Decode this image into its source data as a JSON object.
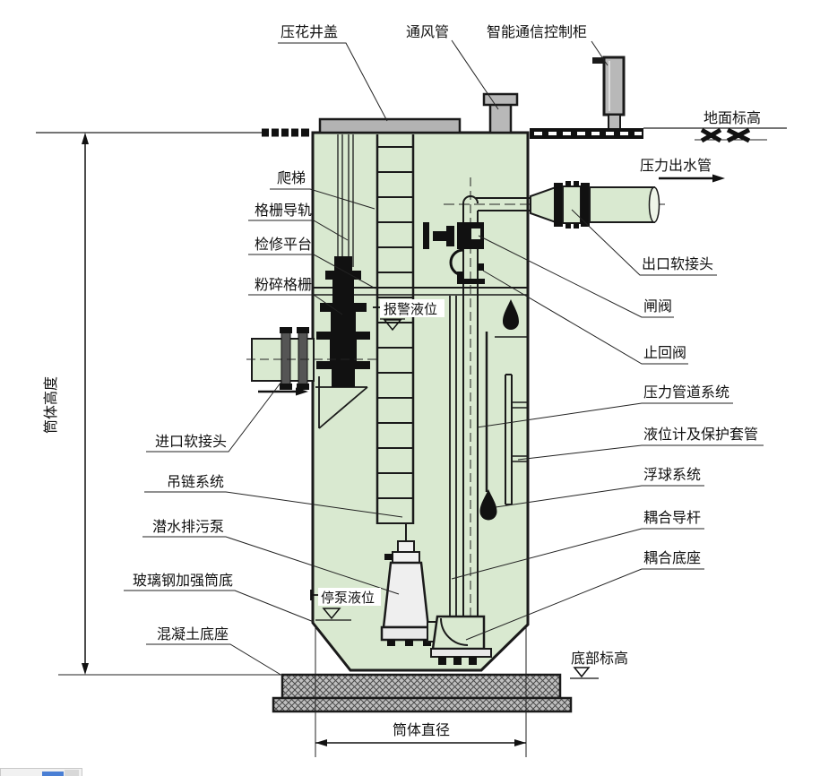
{
  "diagram": {
    "type": "integrated-prefabricated-pump-station-cross-section",
    "colors": {
      "tank_fill": "#d9e9d0",
      "pipe_fill": "#d9e9d0",
      "cover_gray": "#b3b3b3",
      "cabinet_gray": "#b8b8b8",
      "concrete_gray": "#bfbfbf",
      "line_black": "#1a1a1a",
      "window_fragment_blue": "#4a7fd4"
    },
    "labels": {
      "top": {
        "manhole_cover": "压花井盖",
        "vent_pipe": "通风管",
        "control_cabinet": "智能通信控制柜"
      },
      "left": {
        "ladder": "爬梯",
        "grille_guide_rail": "格栅导轨",
        "maintenance_platform": "检修平台",
        "crushing_grille": "粉碎格栅",
        "inlet_flexible_joint": "进口软接头",
        "chain_system": "吊链系统",
        "submersible_sewage_pump": "潜水排污泵",
        "frp_reinforced_bottom": "玻璃钢加强筒底",
        "concrete_base": "混凝土底座"
      },
      "right": {
        "ground_elevation": "地面标高",
        "pressure_outlet_pipe": "压力出水管",
        "outlet_flexible_joint": "出口软接头",
        "gate_valve": "闸阀",
        "check_valve": "止回阀",
        "pressure_pipeline_system": "压力管道系统",
        "level_gauge_and_sleeve": "液位计及保护套管",
        "float_ball_system": "浮球系统",
        "coupling_guide_rod": "耦合导杆",
        "coupling_base": "耦合底座",
        "bottom_elevation": "底部标高"
      },
      "levels": {
        "alarm_level": "报警液位",
        "stop_pump_level": "停泵液位"
      },
      "dimensions": {
        "barrel_height": "筒体高度",
        "barrel_diameter": "筒体直径"
      }
    }
  }
}
